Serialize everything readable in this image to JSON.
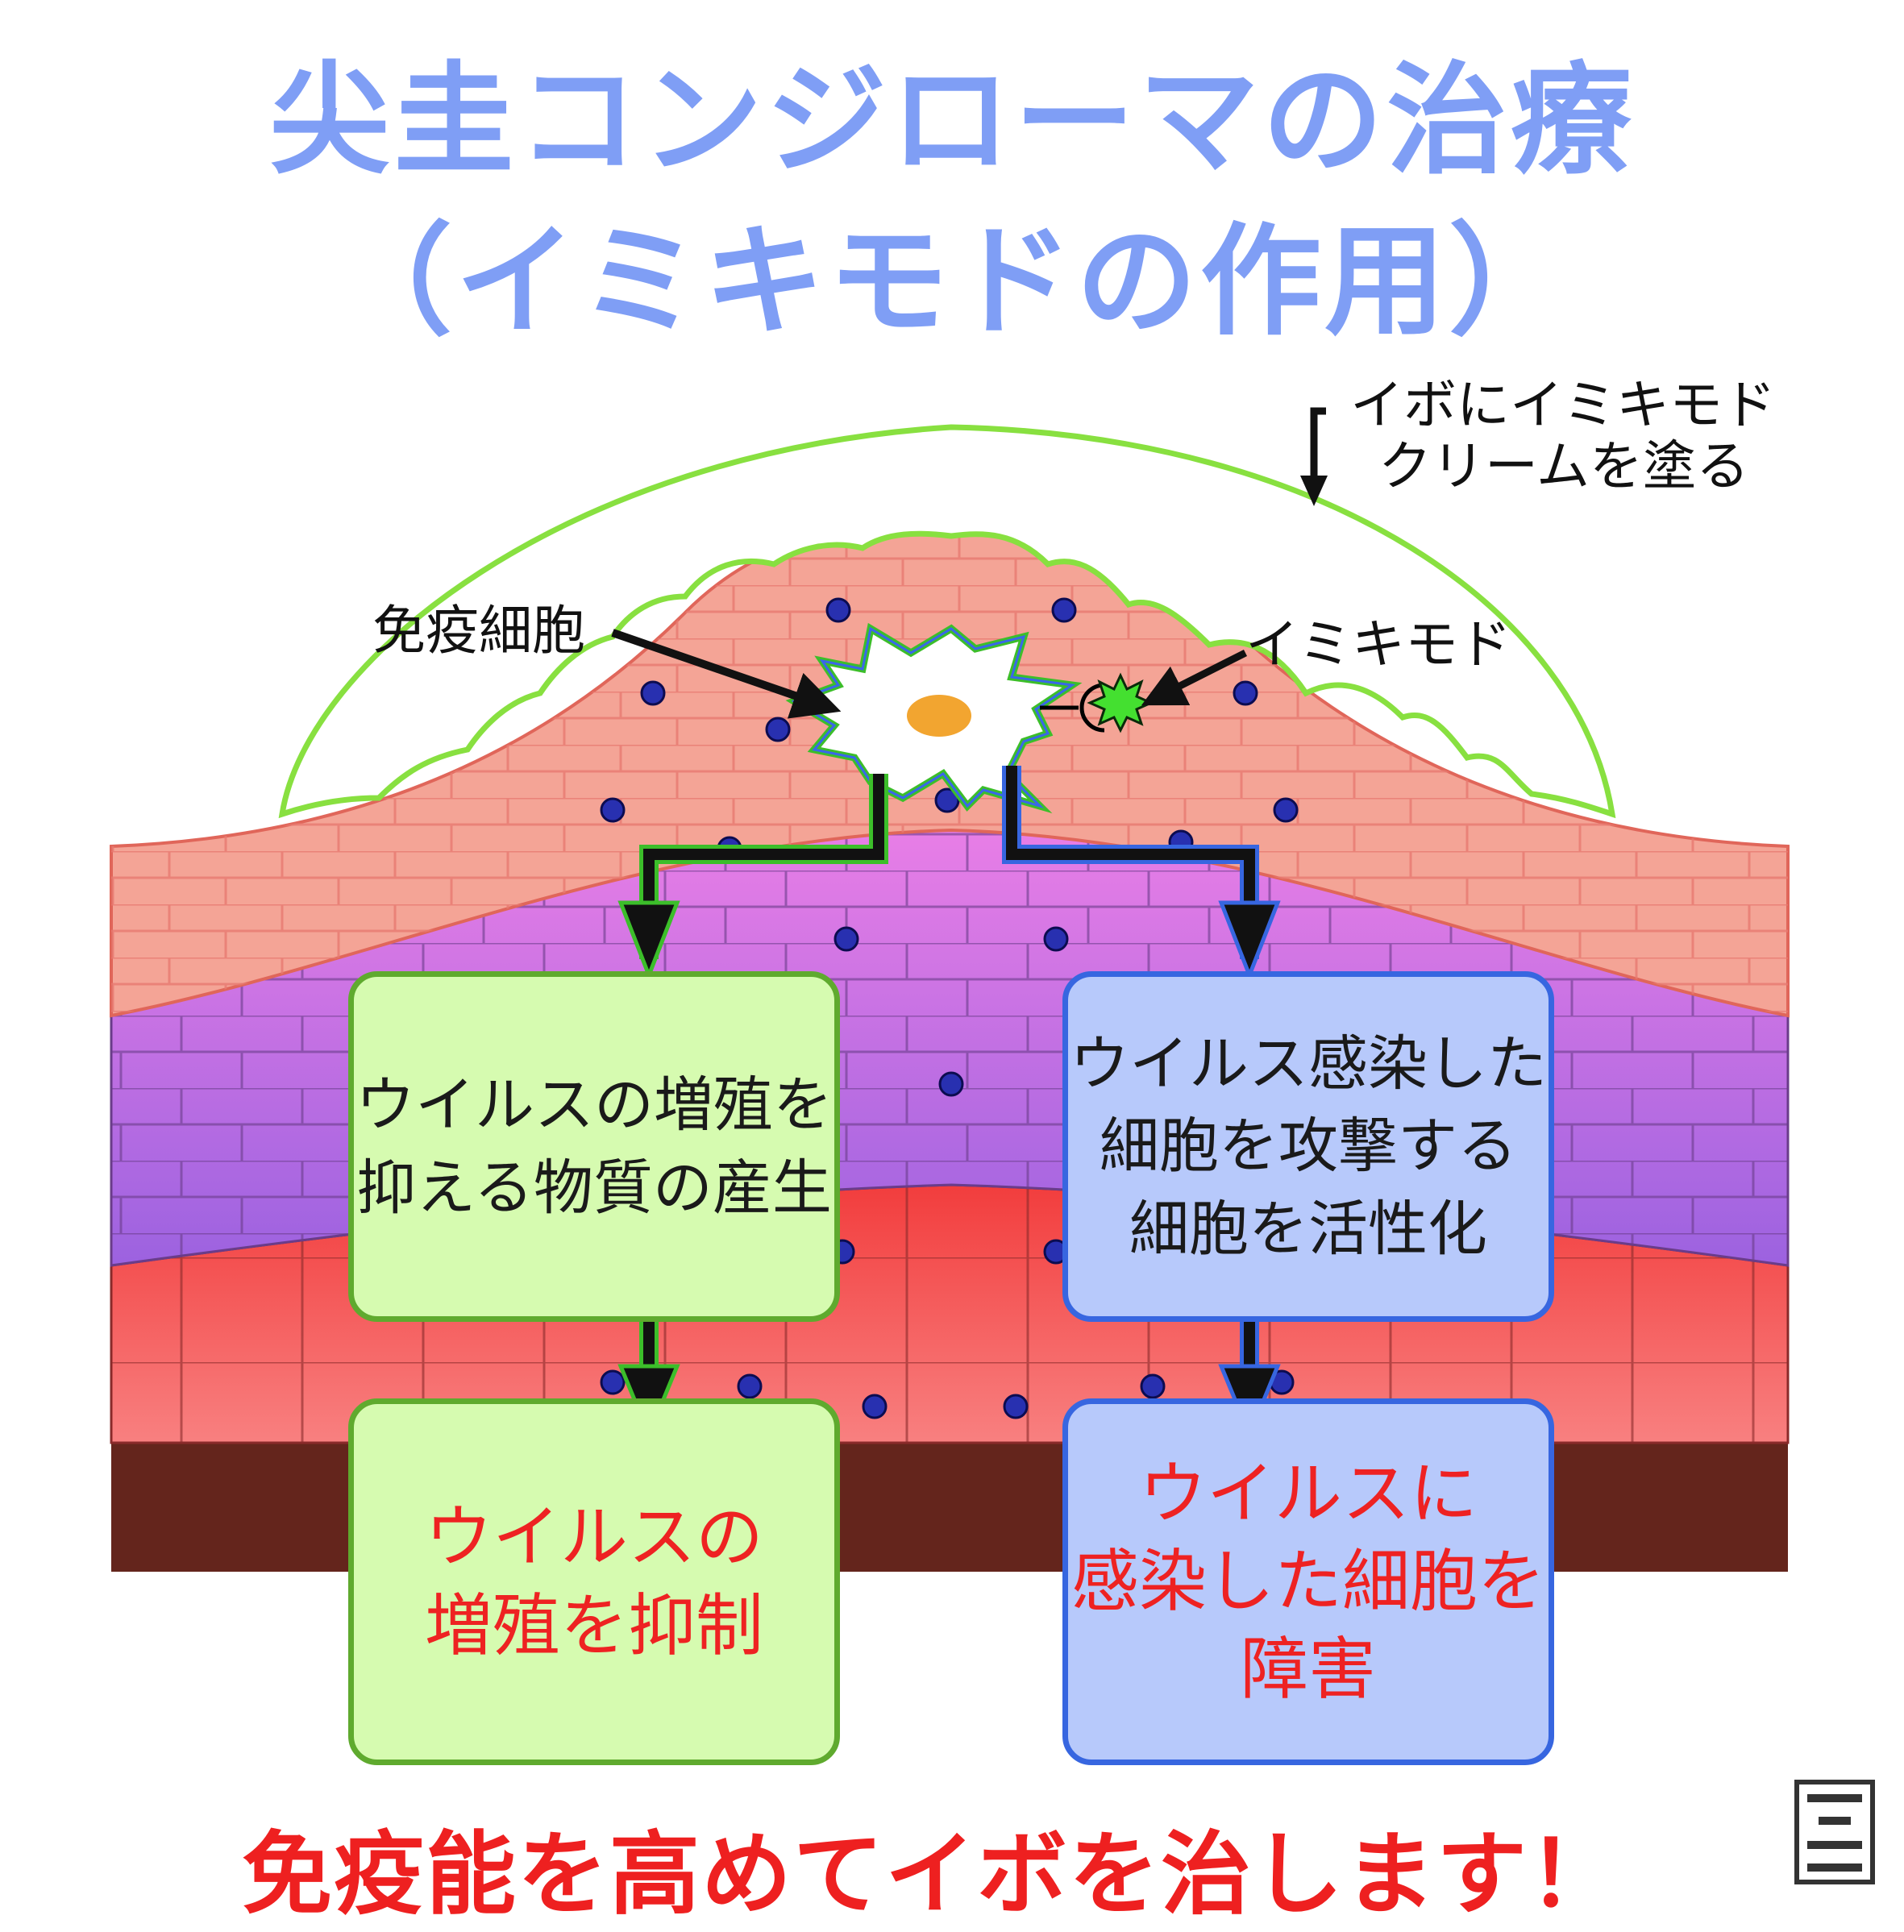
{
  "title": {
    "line1": "尖圭コンジローマの治療",
    "line2": "（イミキモドの作用）"
  },
  "labels": {
    "apply_cream_line1": "イボにイミキモド",
    "apply_cream_line2": "クリームを塗る",
    "immune_cell": "免疫細胞",
    "imiquimod": "イミキモド"
  },
  "boxes": {
    "left_top": [
      "ウイルスの増殖を",
      "抑える物質の産生"
    ],
    "right_top": [
      "ウイルス感染した",
      "細胞を攻撃する",
      "細胞を活性化"
    ],
    "left_bottom": [
      "ウイルスの",
      "増殖を抑制"
    ],
    "right_bottom": [
      "ウイルスに",
      "感染した細胞を",
      "障害"
    ]
  },
  "conclusion": "免疫能を高めてイボを治します！",
  "colors": {
    "title": "#7f9ef5",
    "result_text": "#ee2222",
    "green_box": "#d6fbb0",
    "blue_box": "#b7c9fb",
    "cream_outline": "#88e040",
    "skin_upper": "#f4a496",
    "skin_purple": "#d070e8",
    "skin_red": "#f55a5a",
    "dermis": "#6b2a20"
  },
  "icons": [
    "arrow-down-icon",
    "immune-cell-icon",
    "imiquimod-molecule-icon",
    "receptor-icon",
    "logo-icon"
  ]
}
